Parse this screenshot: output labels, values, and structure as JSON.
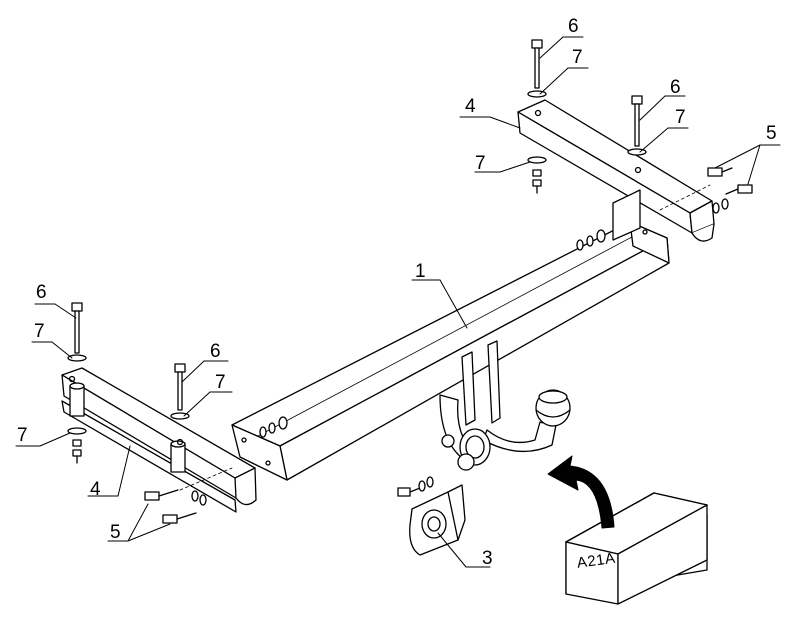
{
  "callouts": {
    "bar": "1",
    "socket_bracket": "3",
    "side_bracket_left": "4",
    "side_bracket_right": "4",
    "bolts_left": "5",
    "bolts_right": "5",
    "long_bolt_left_1": "6",
    "long_bolt_left_2": "6",
    "long_bolt_right_1": "6",
    "long_bolt_right_2": "6",
    "washer_left_1": "7",
    "washer_left_2": "7",
    "washer_left_3": "7",
    "washer_right_1": "7",
    "washer_right_2": "7",
    "washer_right_3": "7"
  },
  "kit_box": {
    "label": "A21A"
  }
}
